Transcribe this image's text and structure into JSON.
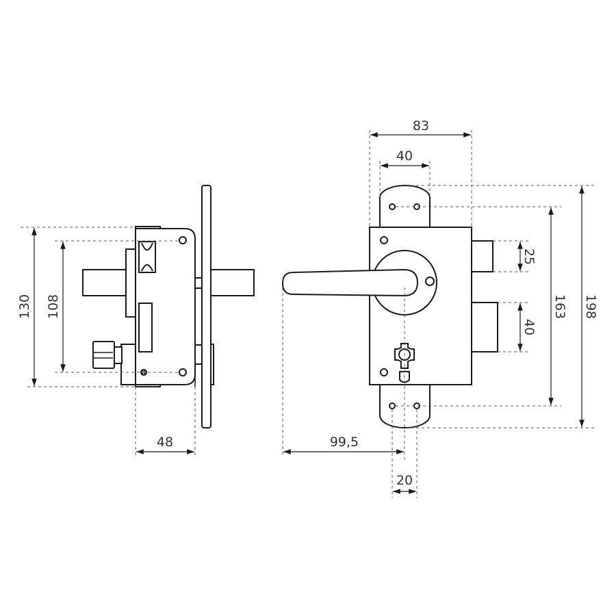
{
  "drawing": {
    "side_view": {
      "dimensions": {
        "overall_height": "130",
        "screw_spacing": "108",
        "backset": "48"
      }
    },
    "front_view": {
      "dimensions": {
        "case_width": "83",
        "plate_width": "40",
        "latch_bolt_height": "25",
        "dead_bolt_height": "40",
        "fixing_hole_spacing": "163",
        "plate_height": "198",
        "handle_length": "99,5",
        "hole_spacing": "20"
      }
    }
  }
}
